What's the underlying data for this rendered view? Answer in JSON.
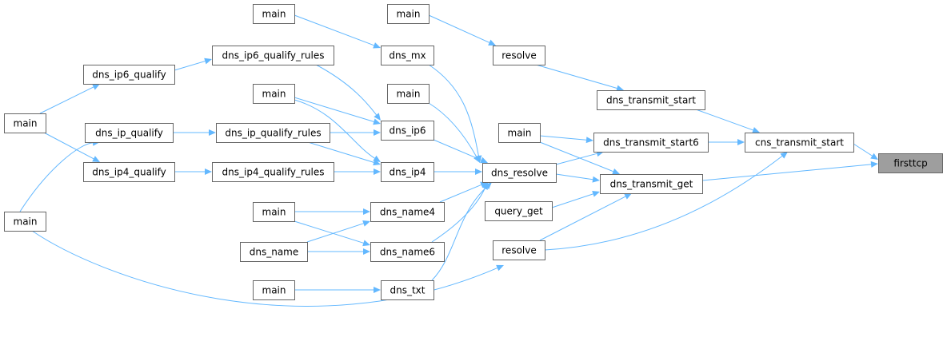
{
  "diagram": {
    "edge_color": "#63b8ff",
    "node_border_color": "#666666",
    "target_fill": "#9e9e9e",
    "nodes": [
      {
        "id": "firsttcp",
        "label": "firsttcp",
        "target": true
      },
      {
        "id": "cns_transmit_start",
        "label": "cns_transmit_start"
      },
      {
        "id": "dns_transmit_start",
        "label": "dns_transmit_start"
      },
      {
        "id": "dns_transmit_start6",
        "label": "dns_transmit_start6"
      },
      {
        "id": "dns_transmit_get",
        "label": "dns_transmit_get"
      },
      {
        "id": "resolve_top",
        "label": "resolve"
      },
      {
        "id": "resolve_bottom",
        "label": "resolve"
      },
      {
        "id": "main_top_right",
        "label": "main"
      },
      {
        "id": "main_mid_right",
        "label": "main"
      },
      {
        "id": "query_get",
        "label": "query_get"
      },
      {
        "id": "dns_resolve",
        "label": "dns_resolve"
      },
      {
        "id": "dns_mx",
        "label": "dns_mx"
      },
      {
        "id": "main_mx",
        "label": "main"
      },
      {
        "id": "dns_ip6",
        "label": "dns_ip6"
      },
      {
        "id": "dns_ip4",
        "label": "dns_ip4"
      },
      {
        "id": "main_resolve",
        "label": "main"
      },
      {
        "id": "main_ip",
        "label": "main"
      },
      {
        "id": "dns_name4",
        "label": "dns_name4"
      },
      {
        "id": "dns_name6",
        "label": "dns_name6"
      },
      {
        "id": "dns_txt",
        "label": "dns_txt"
      },
      {
        "id": "main_name",
        "label": "main"
      },
      {
        "id": "dns_name",
        "label": "dns_name"
      },
      {
        "id": "main_txt",
        "label": "main"
      },
      {
        "id": "dns_ip6_qualify_rules",
        "label": "dns_ip6_qualify_rules"
      },
      {
        "id": "dns_ip_qualify_rules",
        "label": "dns_ip_qualify_rules"
      },
      {
        "id": "dns_ip4_qualify_rules",
        "label": "dns_ip4_qualify_rules"
      },
      {
        "id": "dns_ip6_qualify",
        "label": "dns_ip6_qualify"
      },
      {
        "id": "dns_ip_qualify",
        "label": "dns_ip_qualify"
      },
      {
        "id": "dns_ip4_qualify",
        "label": "dns_ip4_qualify"
      },
      {
        "id": "main_left_top",
        "label": "main"
      },
      {
        "id": "main_left_bottom",
        "label": "main"
      }
    ],
    "edges": [
      {
        "from": "cns_transmit_start",
        "to": "firsttcp"
      },
      {
        "from": "dns_transmit_get",
        "to": "firsttcp"
      },
      {
        "from": "dns_transmit_start",
        "to": "cns_transmit_start"
      },
      {
        "from": "dns_transmit_start6",
        "to": "cns_transmit_start"
      },
      {
        "from": "resolve_bottom",
        "to": "cns_transmit_start"
      },
      {
        "from": "resolve_top",
        "to": "dns_transmit_start"
      },
      {
        "from": "main_top_right",
        "to": "resolve_top"
      },
      {
        "from": "main_mid_right",
        "to": "dns_transmit_start6"
      },
      {
        "from": "dns_resolve",
        "to": "dns_transmit_start6"
      },
      {
        "from": "main_mid_right",
        "to": "dns_transmit_get"
      },
      {
        "from": "dns_resolve",
        "to": "dns_transmit_get"
      },
      {
        "from": "query_get",
        "to": "dns_transmit_get"
      },
      {
        "from": "resolve_bottom",
        "to": "dns_transmit_get"
      },
      {
        "from": "dns_mx",
        "to": "dns_resolve"
      },
      {
        "from": "main_resolve",
        "to": "dns_resolve"
      },
      {
        "from": "dns_ip6",
        "to": "dns_resolve"
      },
      {
        "from": "dns_ip4",
        "to": "dns_resolve"
      },
      {
        "from": "dns_name4",
        "to": "dns_resolve"
      },
      {
        "from": "dns_name6",
        "to": "dns_resolve"
      },
      {
        "from": "dns_txt",
        "to": "dns_resolve"
      },
      {
        "from": "main_mx",
        "to": "dns_mx"
      },
      {
        "from": "dns_ip6_qualify_rules",
        "to": "dns_ip6"
      },
      {
        "from": "main_ip",
        "to": "dns_ip6"
      },
      {
        "from": "dns_ip_qualify_rules",
        "to": "dns_ip6"
      },
      {
        "from": "main_ip",
        "to": "dns_ip4"
      },
      {
        "from": "dns_ip_qualify_rules",
        "to": "dns_ip4"
      },
      {
        "from": "dns_ip4_qualify_rules",
        "to": "dns_ip4"
      },
      {
        "from": "main_name",
        "to": "dns_name4"
      },
      {
        "from": "dns_name",
        "to": "dns_name4"
      },
      {
        "from": "main_name",
        "to": "dns_name6"
      },
      {
        "from": "dns_name",
        "to": "dns_name6"
      },
      {
        "from": "main_txt",
        "to": "dns_txt"
      },
      {
        "from": "dns_ip6_qualify",
        "to": "dns_ip6_qualify_rules"
      },
      {
        "from": "dns_ip_qualify",
        "to": "dns_ip_qualify_rules"
      },
      {
        "from": "dns_ip4_qualify",
        "to": "dns_ip4_qualify_rules"
      },
      {
        "from": "main_left_top",
        "to": "dns_ip6_qualify"
      },
      {
        "from": "main_left_top",
        "to": "dns_ip4_qualify"
      },
      {
        "from": "main_left_bottom",
        "to": "dns_ip_qualify"
      },
      {
        "from": "main_left_bottom",
        "to": "resolve_bottom"
      }
    ]
  }
}
